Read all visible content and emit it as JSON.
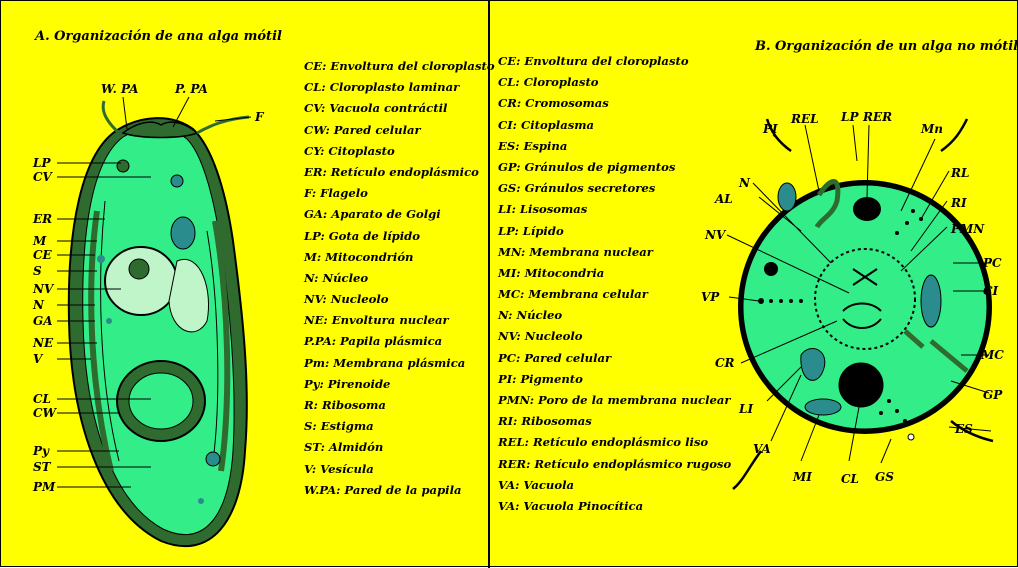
{
  "panel_a": {
    "title": "A.  Organización de ana alga mótil",
    "legend": [
      "CE:  Envoltura del cloroplasto",
      "CL:  Cloroplasto laminar",
      "CV:  Vacuola contráctil",
      "CW:  Pared celular",
      "CY:  Citoplasto",
      "ER:  Retículo endoplásmico",
      "F:  Flagelo",
      "GA:  Aparato de Golgi",
      "LP:  Gota de lípido",
      "M:  Mitocondrión",
      "N:  Núcleo",
      "NV:  Nucleolo",
      "NE:  Envoltura nuclear",
      "P.PA:  Papila plásmica",
      "Pm:  Membrana plásmica",
      "Py:  Pirenoide",
      "R:  Ribosoma",
      "S:  Estigma",
      "ST:  Almidón",
      "V:  Vesícula",
      "W.PA:  Pared de la papila"
    ],
    "labels": {
      "wpa": "W. PA",
      "ppa": "P. PA",
      "f": "F",
      "lp": "LP",
      "cv": "CV",
      "er": "ER",
      "m": "M",
      "ce": "CE",
      "s": "S",
      "nv": "NV",
      "n": "N",
      "ga": "GA",
      "ne": "NE",
      "v": "V",
      "cl": "CL",
      "cw": "CW",
      "py": "Py",
      "st": "ST",
      "pm": "PM"
    }
  },
  "panel_b": {
    "title": "B.  Organización de un alga no  mótil",
    "legend": [
      "CE:  Envoltura del cloroplasto",
      "CL:  Cloroplasto",
      "CR:  Cromosomas",
      "CI:  Citoplasma",
      "ES:  Espina",
      "GP:  Gránulos de pigmentos",
      "GS:  Gránulos secretores",
      "LI:  Lisosomas",
      "LP:  Lípido",
      "MN:  Membrana nuclear",
      "MI:  Mitocondria",
      "MC:  Membrana celular",
      "N:  Núcleo",
      "NV:  Nucleolo",
      "PC:  Pared celular",
      "PI:  Pigmento",
      "PMN:  Poro de la membrana nuclear",
      "RI:  Ribosomas",
      "REL:  Retículo endoplásmico liso",
      "RER:  Retículo endoplásmico rugoso",
      "VA:  Vacuola",
      "VA:  Vacuola Pinocítica"
    ],
    "labels": {
      "pi": "PI",
      "rel": "REL",
      "lp": "LP",
      "rer": "RER",
      "mn": "Mn",
      "al": "AL",
      "n": "N",
      "rl": "RL",
      "ri": "RI",
      "nv": "NV",
      "pmn": "PMN",
      "pc": "PC",
      "vp": "VP",
      "ci": "CI",
      "mc": "MC",
      "cr": "CR",
      "gp": "GP",
      "li": "LI",
      "es": "ES",
      "va": "VA",
      "mi": "MI",
      "cl": "CL",
      "gs": "GS"
    }
  },
  "colors": {
    "background": "#ffff00",
    "cell_fill": "#33ee88",
    "dark_green": "#2f6b2f",
    "teal": "#2a8c8c",
    "light_green": "#bff5c8",
    "outline": "#000000"
  }
}
